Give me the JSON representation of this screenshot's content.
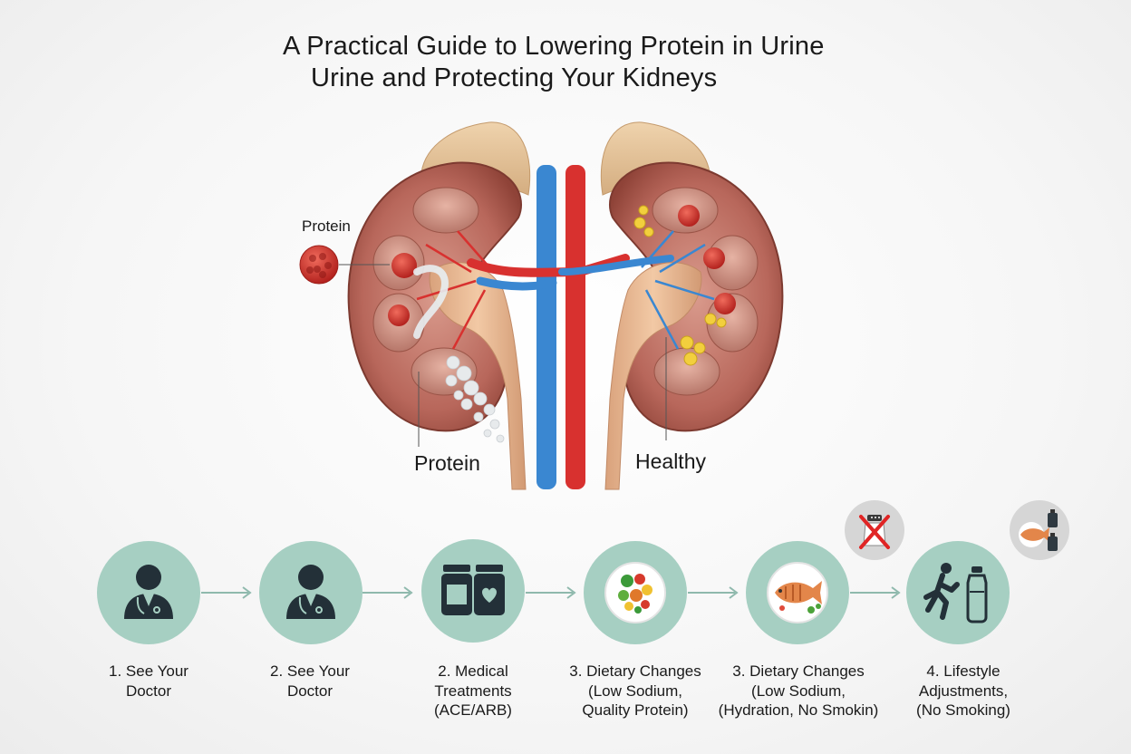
{
  "title": {
    "line1": "A Practical Guide to Lowering Protein in Urine",
    "line2": "Urine and Protecting Your Kidneys"
  },
  "labels": {
    "protein_small": "Protein",
    "protein_kidney": "Protein",
    "healthy_kidney": "Healthy"
  },
  "steps": [
    {
      "icon": "doctor-icon",
      "lines": [
        "1. See Your",
        "Doctor"
      ]
    },
    {
      "icon": "doctor-icon",
      "lines": [
        "2. See Your",
        "Doctor"
      ]
    },
    {
      "icon": "medicine-bottles-icon",
      "lines": [
        "2. Medical",
        "Treatments",
        "(ACE/ARB)"
      ]
    },
    {
      "icon": "healthy-plate-icon",
      "lines": [
        "3. Dietary Changes",
        "(Low Sodium,",
        "Quality Protein)"
      ]
    },
    {
      "icon": "fish-plate-icon",
      "lines": [
        "3. Dietary Changes",
        "(Low Sodium,",
        "(Hydration, No Smokin)"
      ]
    },
    {
      "icon": "running-water-bottle-icon",
      "lines": [
        "4. Lifestyle",
        "Adjustments,",
        "(No Smoking)"
      ]
    }
  ],
  "badges": [
    {
      "icon": "no-salt-icon"
    },
    {
      "icon": "fish-water-icon"
    }
  ],
  "colors": {
    "step_circle": "#a6cfc2",
    "kidney_tissue": "#b5645a",
    "artery": "#d8312f",
    "vein": "#3a87d1",
    "protein": "#d23a32"
  }
}
